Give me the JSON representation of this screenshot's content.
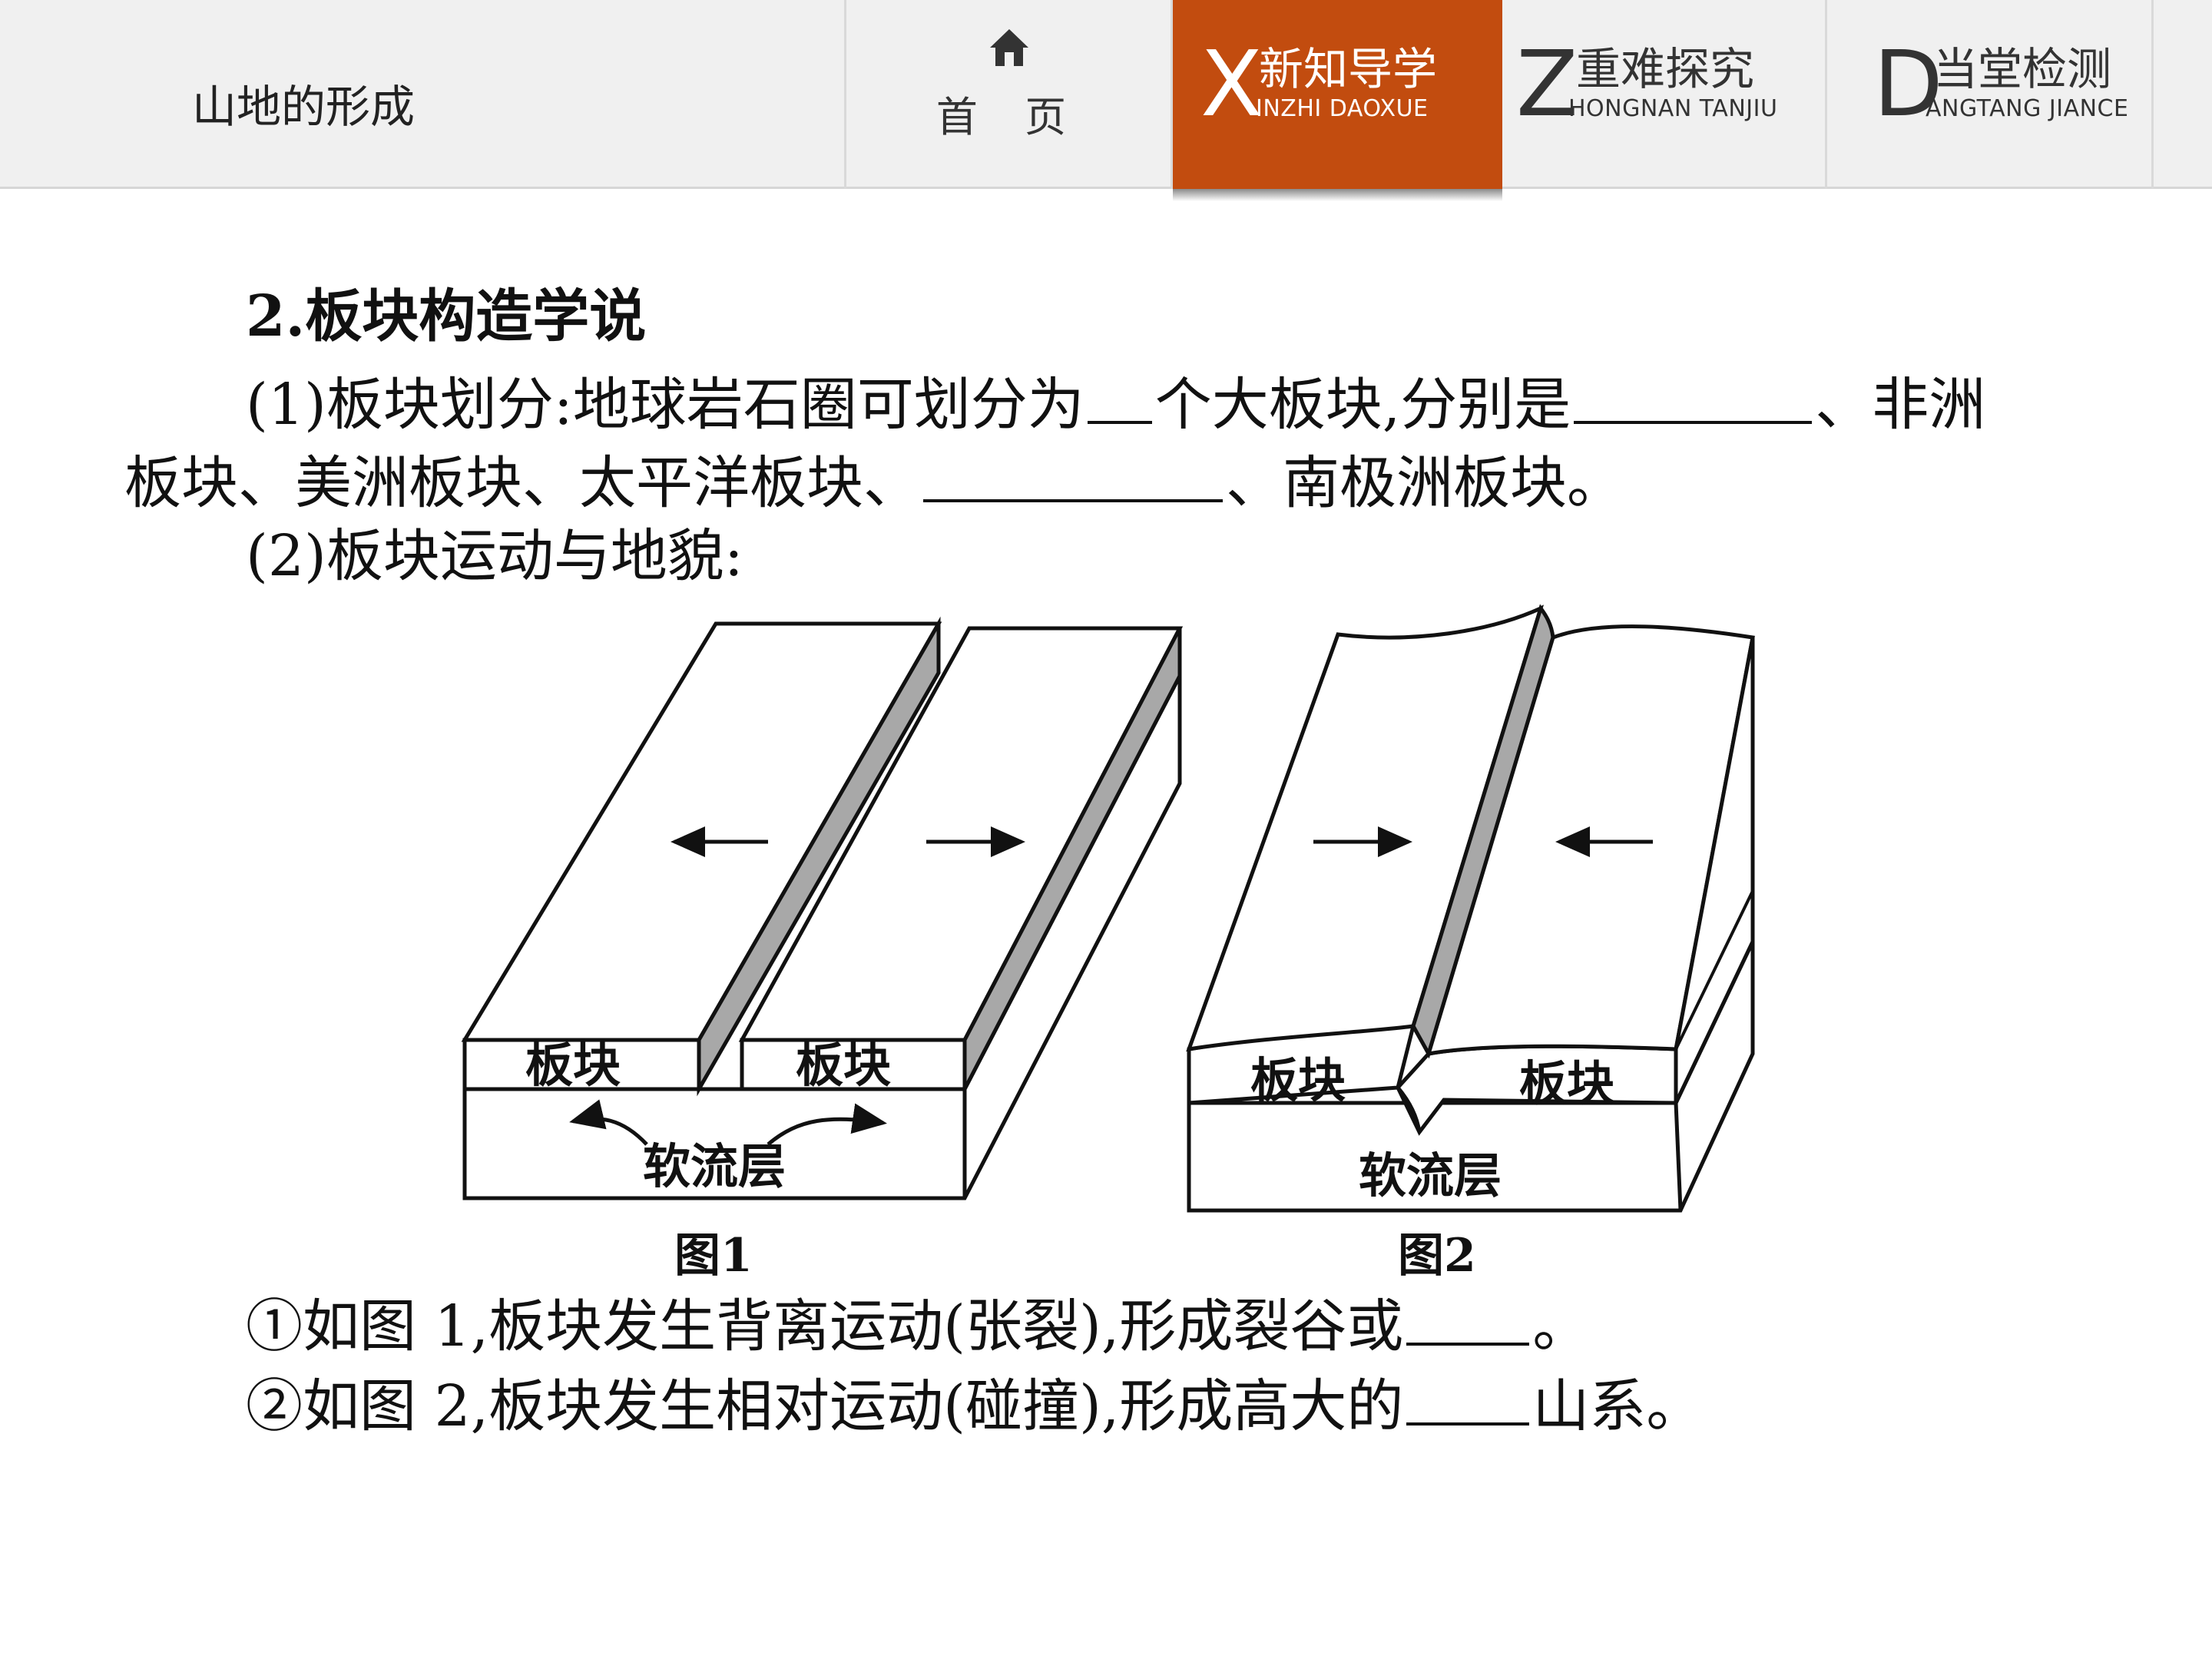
{
  "nav": {
    "title": "山地的形成",
    "home_label": "首 页",
    "tabs": [
      {
        "letter": "X",
        "cn": "新知导学",
        "en": "INZHI DAOXUE"
      },
      {
        "letter": "Z",
        "cn": "重难探究",
        "en": "HONGNAN TANJIU"
      },
      {
        "letter": "D",
        "cn": "当堂检测",
        "en": "ANGTANG  JIANCE"
      }
    ],
    "active_tab_color": "#c24c0f"
  },
  "content": {
    "heading_num": "2",
    "heading_text": ".板块构造学说",
    "p1_a": "(1)板块划分:地球岩石圈可划分为",
    "p1_b": "个大板块,分别是",
    "p1_c": "、非洲",
    "p1_d": "板块、美洲板块、太平洋板块、",
    "p1_e": "、南极洲板块。",
    "p2": "(2)板块运动与地貌:",
    "item1_a": "①如图 1,板块发生背离运动(张裂),形成裂谷或",
    "item1_b": "。",
    "item2_a": "②如图 2,板块发生相对运动(碰撞),形成高大的",
    "item2_b": "山系。"
  },
  "figure": {
    "fig1": {
      "plate_left": "板块",
      "plate_right": "板块",
      "mantle": "软流层",
      "caption": "图1"
    },
    "fig2": {
      "plate_left": "板块",
      "plate_right": "板块",
      "mantle": "软流层",
      "caption": "图2"
    }
  }
}
